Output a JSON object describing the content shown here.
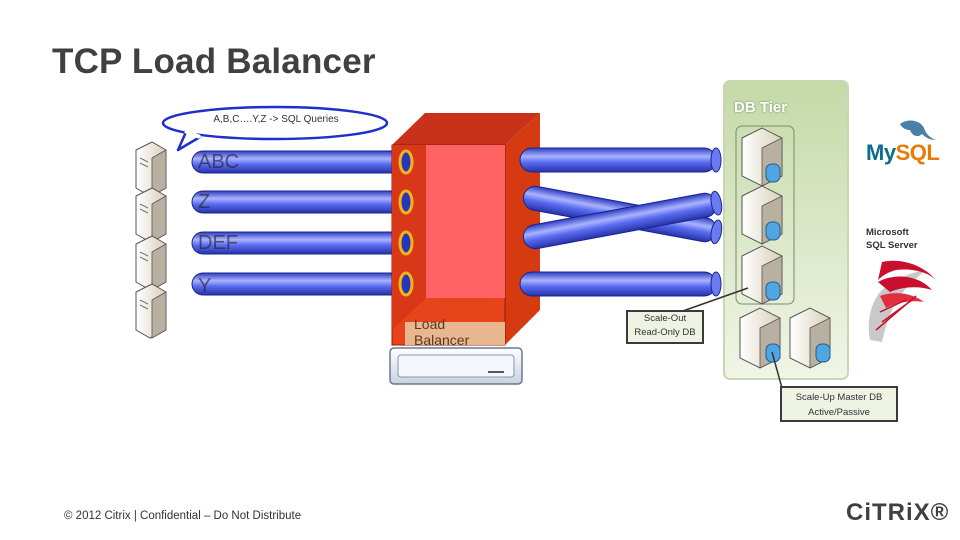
{
  "title": "TCP Load Balancer",
  "bubble_text": "A,B,C….Y,Z -> SQL Queries",
  "tube_labels": [
    "ABC",
    "Z",
    "DEF",
    "Y"
  ],
  "load_balancer_label_line1": "Load",
  "load_balancer_label_line2": "Balancer",
  "db_tier_label": "DB Tier",
  "scale_out_line1": "Scale-Out",
  "scale_out_line2": "Read-Only DB",
  "scale_up_line1": "Scale-Up Master DB",
  "scale_up_line2": "Active/Passive",
  "mysql_my": "My",
  "mysql_sql": "SQL",
  "mssql_line1": "Microsoft",
  "mssql_line2": "SQL Server",
  "footer": "© 2012 Citrix | Confidential – Do Not Distribute",
  "logo": "CiTRiX®",
  "colors": {
    "title": "#404040",
    "tube": "#3d4fd4",
    "load_balancer_front": "#ff6060",
    "load_balancer_side": "#d63a10",
    "db_tier_panel": "#dfe9cc",
    "mysql": "#e87b06",
    "mssql": "#c8102e"
  }
}
